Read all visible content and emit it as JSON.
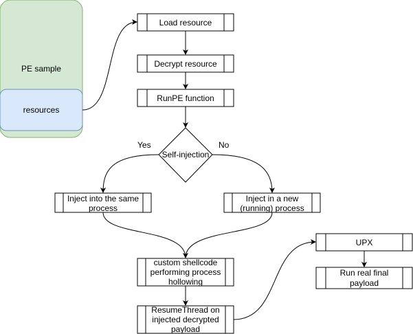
{
  "diagram": {
    "pe_sample": {
      "label": "PE sample"
    },
    "resources": {
      "label": "resources"
    },
    "load_resource": {
      "label": "Load resource"
    },
    "decrypt_resource": {
      "label": "Decrypt resource"
    },
    "runpe_function": {
      "label": "RunPE function"
    },
    "self_injection": {
      "label": "Self-injection"
    },
    "branch_yes": {
      "label": "Yes"
    },
    "branch_no": {
      "label": "No"
    },
    "inject_same": {
      "line1": "Inject into the same",
      "line2": "process"
    },
    "inject_new": {
      "line1": "Inject in a new",
      "line2": "(running) process"
    },
    "shellcode": {
      "line1": "custom shellcode",
      "line2": "performing process",
      "line3": "hollowing"
    },
    "resume_thread": {
      "line1": "ResumeThread on",
      "line2": "injected decrypted",
      "line3": "payload"
    },
    "upx": {
      "label": "UPX"
    },
    "run_final": {
      "line1": "Run real final",
      "line2": "payload"
    }
  },
  "colors": {
    "pe_sample_fill": "#d5e8d4",
    "pe_sample_stroke": "#82b366",
    "resources_fill": "#dae8fc",
    "resources_stroke": "#6c8ebf",
    "stroke": "#000000",
    "fill": "#ffffff"
  }
}
